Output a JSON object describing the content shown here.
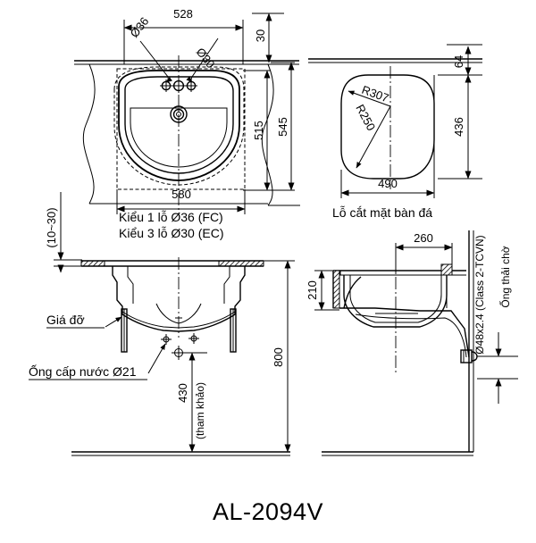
{
  "drawing": {
    "model_title": "AL-2094V",
    "top_view": {
      "dim_width_counter": "528",
      "dim_width_basin": "580",
      "dim_depth_inner": "515",
      "dim_depth_outer": "545",
      "dim_counter_thickness": "30",
      "hole_label_left": "Ø36",
      "hole_label_right": "Ø30",
      "note_line1": "Kiểu 1 lỗ Ø36 (FC)",
      "note_line2": "Kiểu 3 lỗ Ø30 (EC)",
      "counter_range": "(10~30)"
    },
    "cutout_view": {
      "caption": "Lỗ cắt mặt bàn đá",
      "dim_width": "490",
      "dim_height": "436",
      "dim_offset_top": "64",
      "radius_outer": "R307",
      "radius_inner": "R250"
    },
    "front_section": {
      "label_bracket": "Giá đỡ",
      "label_supply": "Ống cấp nước Ø21",
      "dim_floor_height": "800",
      "dim_supply_height": "430",
      "note_reference": "(tham khảo)"
    },
    "side_section": {
      "dim_projection": "260",
      "dim_bowl_depth": "210",
      "label_drain_spec": "Ø48x2.4 (Class 2-TCVN)",
      "label_drain": "Ống thải chờ"
    }
  }
}
